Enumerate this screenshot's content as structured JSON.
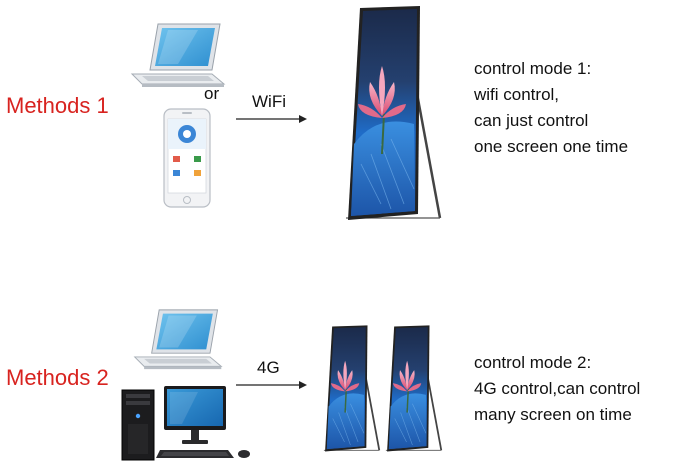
{
  "method1": {
    "label": "Methods 1",
    "connector_word": "or",
    "link_label": "WiFi",
    "description": [
      "control mode 1:",
      "wifi control,",
      "can just control",
      "one screen one time"
    ]
  },
  "method2": {
    "label": "Methods 2",
    "link_label": "4G",
    "description": [
      "control mode 2:",
      "4G control,can control",
      "many screen on time"
    ]
  },
  "colors": {
    "method_label": "#d8231f",
    "text": "#111111",
    "screen_blue": "#1f5fb8",
    "lotus_pink": "#e86a8a"
  }
}
